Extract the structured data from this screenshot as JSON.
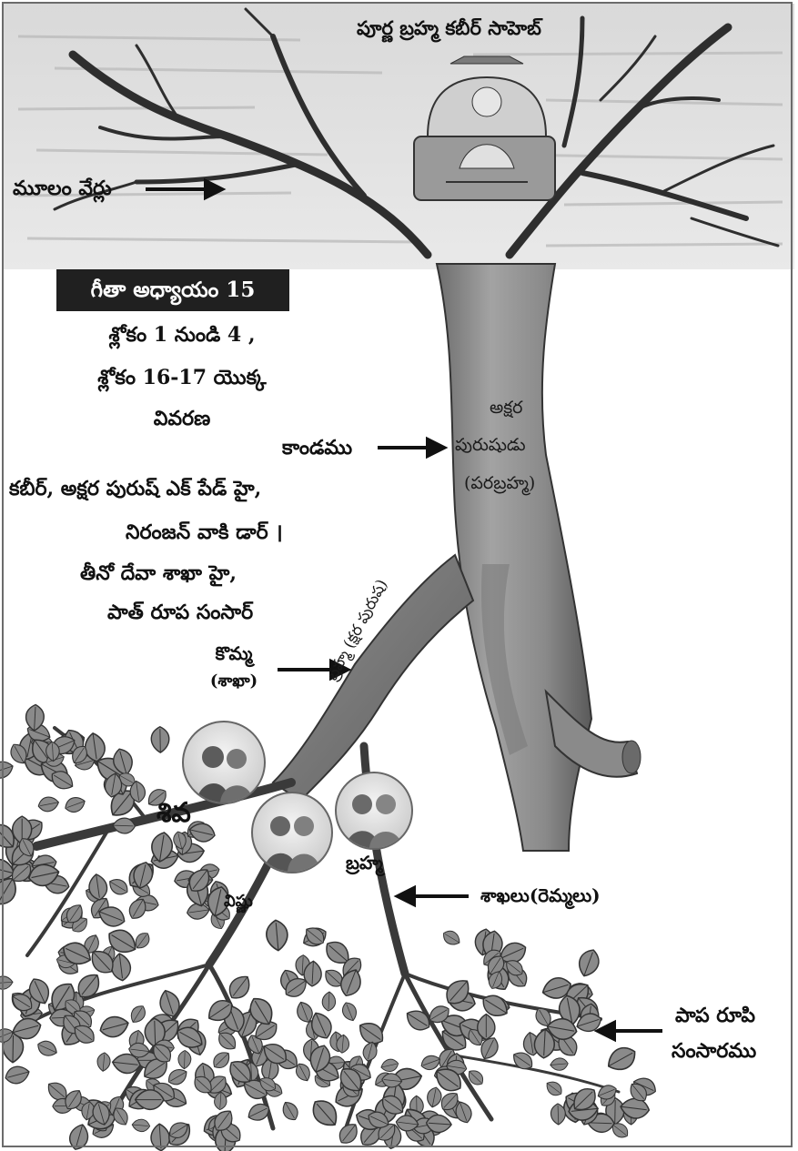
{
  "header": {
    "title": "పూర్ణ బ్రహ్మ కబీర్ సాహెబ్"
  },
  "labels": {
    "roots": "మూలం వేర్లు",
    "chapter_badge": "గీతా అధ్యాయం 15",
    "verses_line1": "శ్లోకం 1 నుండి 4 ,",
    "verses_line2": "శ్లోకం 16-17 యొక్క",
    "verses_line3": "వివరణ",
    "trunk": "కాండము",
    "trunk_name_1": "అక్షర",
    "trunk_name_2": "పురుషుడు",
    "trunk_name_3": "(పరబ్రహ్మ)",
    "couplet_1": "కబీర్, అక్షర పురుష్ ఎక్ పేడ్ హై,",
    "couplet_2": "నిరంజన్ వాకి డార్ ।",
    "couplet_3": "తీనో దేవా శాఖా హై,",
    "couplet_4": "పాత్ రూప సంసార్",
    "branch_1": "కొమ్మ",
    "branch_2": "(శాఖా)",
    "branch_name": "బ్రహ్మ (క్షర పురుష)",
    "shiva": "శివ",
    "vishnu": "విష్ణు",
    "brahma": "బ్రహ్మ",
    "twigs": "శాఖలు(రెమ్మలు)",
    "sins_1": "పాప రూపి",
    "sins_2": "సంసారము"
  }
}
